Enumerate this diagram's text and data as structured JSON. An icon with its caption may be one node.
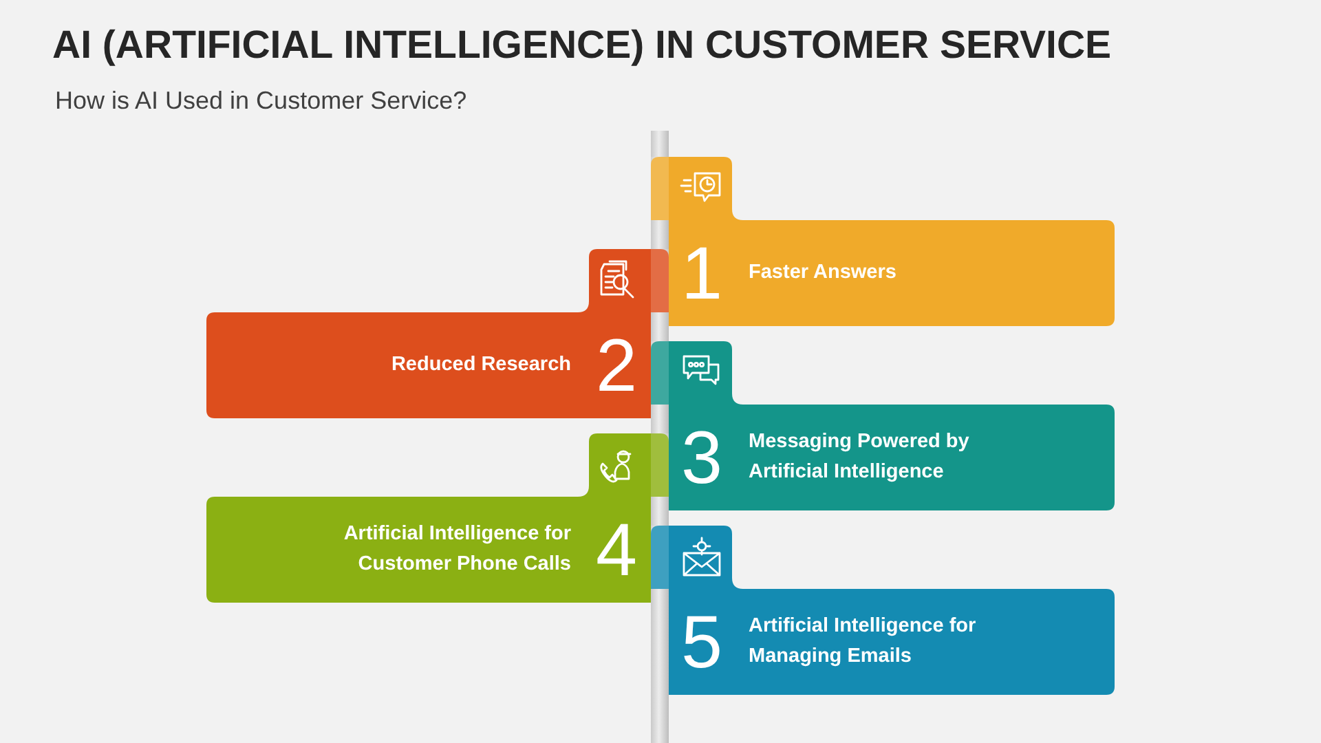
{
  "diagram": {
    "title": "AI (ARTIFICIAL INTELLIGENCE) IN CUSTOMER SERVICE",
    "caption": "How is AI Used in Customer Service?",
    "nodes": [
      {
        "text": [
          "1",
          "Faster Answers"
        ]
      },
      {
        "text": [
          "Reduced Research",
          "2"
        ]
      },
      {
        "text": [
          "3",
          "Messaging Powered by Artificial Intelligence"
        ]
      },
      {
        "text": [
          "Artificial Intelligence for Customer Phone Calls",
          "4"
        ]
      },
      {
        "text": [
          "5",
          "Artificial Intelligence for Managing Emails"
        ]
      }
    ]
  }
}
